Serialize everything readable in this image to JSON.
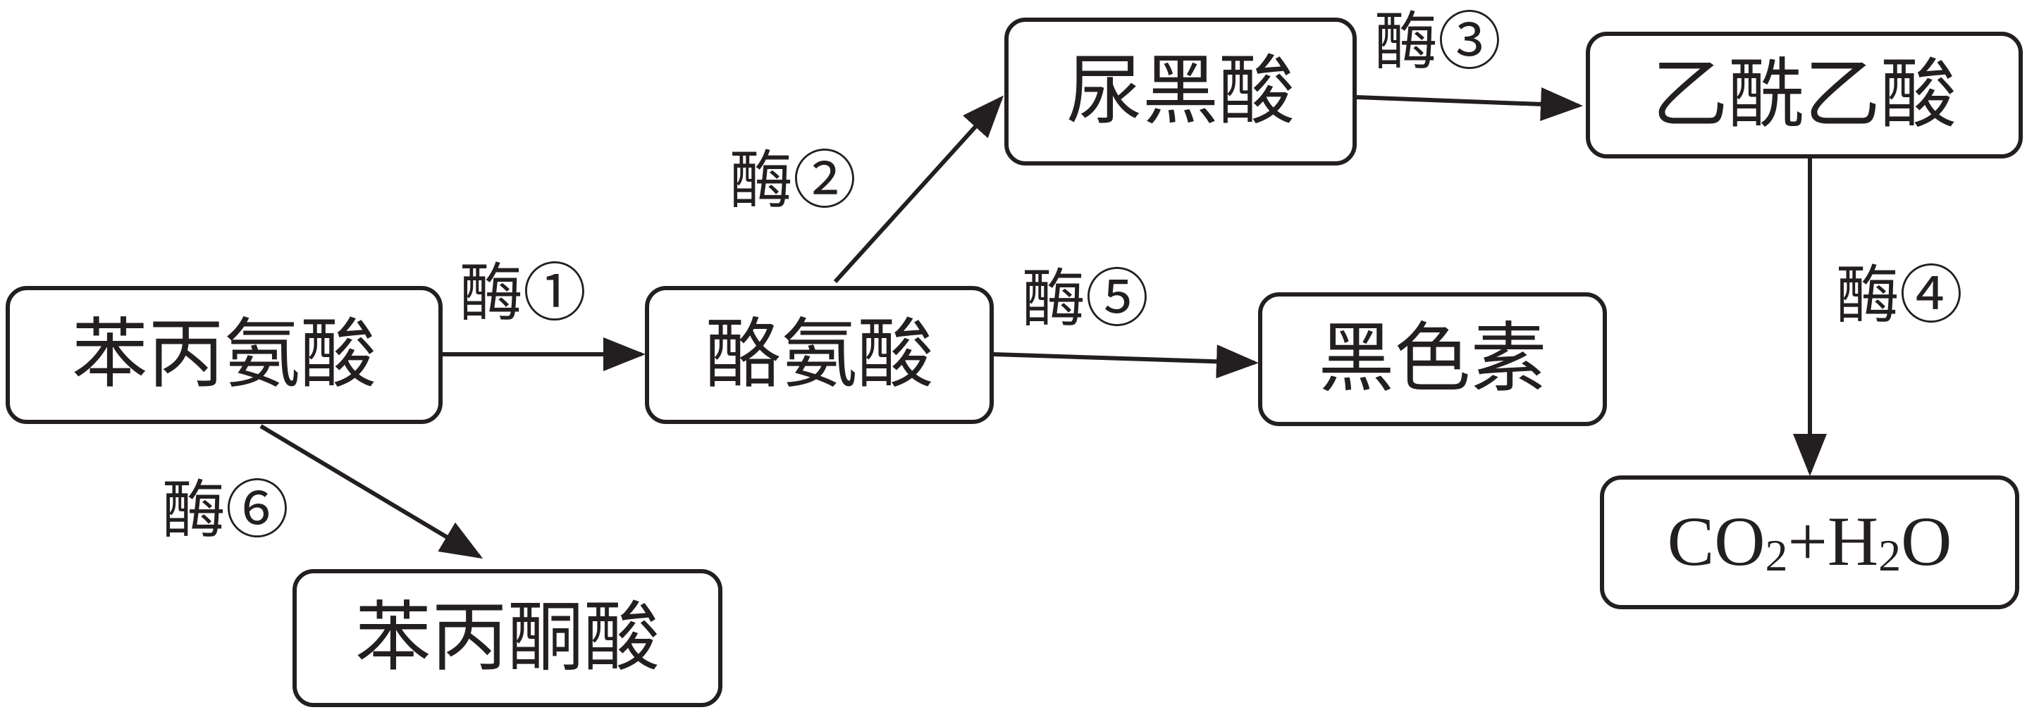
{
  "nodes": {
    "phenylalanine": "苯丙氨酸",
    "tyrosine": "酪氨酸",
    "homogentisic": "尿黑酸",
    "acetoacetic": "乙酰乙酸",
    "melanin": "黑色素",
    "phenylpyruvic": "苯丙酮酸",
    "product": {
      "co": "CO",
      "sub1": "2",
      "plus_h": "+H",
      "sub2": "2",
      "o": "O"
    }
  },
  "enzymes": {
    "e1": "酶①",
    "e2": "酶②",
    "e3": "酶③",
    "e4": "酶④",
    "e5": "酶⑤",
    "e6": "酶⑥"
  },
  "colors": {
    "ink": "#231f20",
    "background": "#ffffff"
  }
}
